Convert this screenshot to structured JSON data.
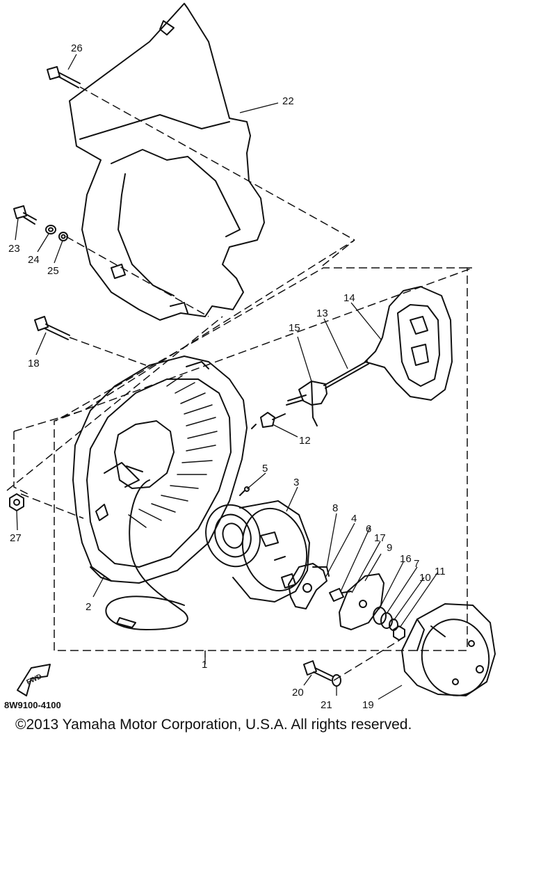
{
  "diagram": {
    "callouts": [
      "26",
      "22",
      "23",
      "24",
      "25",
      "18",
      "15",
      "13",
      "14",
      "12",
      "27",
      "5",
      "3",
      "8",
      "4",
      "6",
      "17",
      "9",
      "16",
      "7",
      "10",
      "11",
      "2",
      "1",
      "20",
      "21",
      "19"
    ],
    "fwd_label": "FWD",
    "diagram_code": "8W9100-4100"
  },
  "footer": {
    "copyright": "©2013 Yamaha Motor Corporation, U.S.A. All rights reserved."
  }
}
